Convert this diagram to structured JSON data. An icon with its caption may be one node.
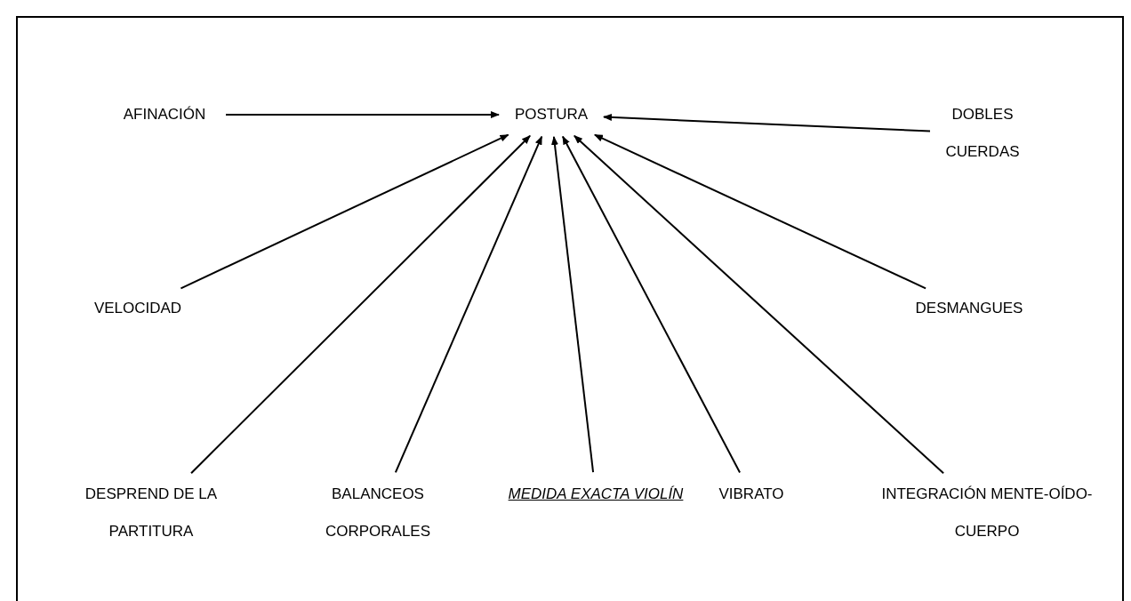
{
  "diagram": {
    "nodes": [
      {
        "text": [
          "POSTURA"
        ]
      },
      {
        "text": [
          "AFINACIÓN"
        ]
      },
      {
        "text": [
          "DOBLES CUERDAS"
        ]
      },
      {
        "text": [
          "VELOCIDAD"
        ]
      },
      {
        "text": [
          "DESMANGUES"
        ]
      },
      {
        "text": [
          "DESPREND DE LA PARTITURA"
        ]
      },
      {
        "text": [
          "BALANCEOS CORPORALES"
        ]
      },
      {
        "text": [
          "MEDIDA EXACTA VIOLÍN"
        ]
      },
      {
        "text": [
          "VIBRATO"
        ]
      },
      {
        "text": [
          "INTEGRACIÓN MENTE-OÍDO-CUERPO"
        ]
      }
    ],
    "edges": [
      {
        "from": 1,
        "to": 0,
        "arrow": "to"
      },
      {
        "from": 2,
        "to": 0,
        "arrow": "to"
      },
      {
        "from": 3,
        "to": 0,
        "arrow": "to"
      },
      {
        "from": 4,
        "to": 0,
        "arrow": "to"
      },
      {
        "from": 5,
        "to": 0,
        "arrow": "to"
      },
      {
        "from": 6,
        "to": 0,
        "arrow": "to"
      },
      {
        "from": 7,
        "to": 0,
        "arrow": "to"
      },
      {
        "from": 8,
        "to": 0,
        "arrow": "to"
      },
      {
        "from": 9,
        "to": 0,
        "arrow": "to"
      }
    ]
  }
}
